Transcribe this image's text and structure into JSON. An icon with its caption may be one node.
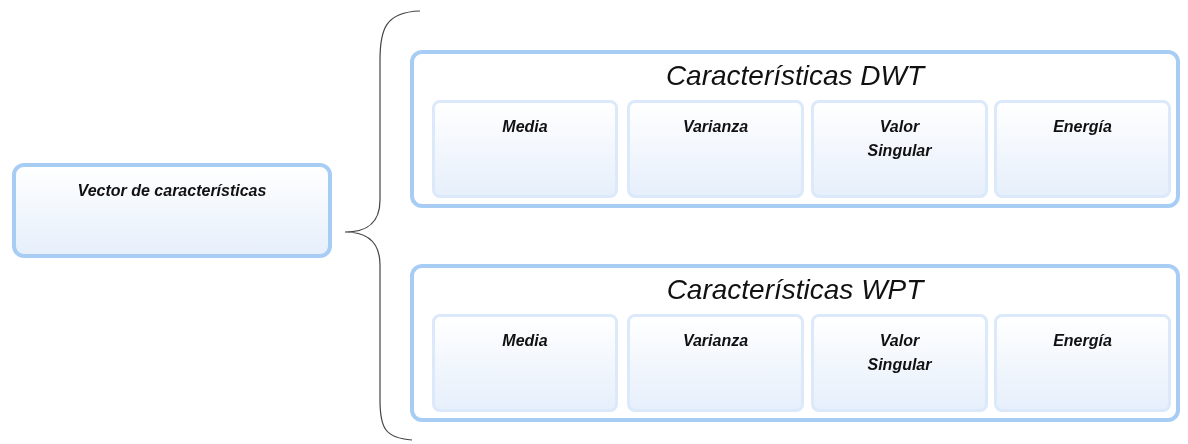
{
  "diagram": {
    "nodes": [
      {
        "text": [
          "Vector de características"
        ]
      },
      {
        "text": [
          "Características DWT"
        ]
      },
      {
        "text": [
          "Media"
        ],
        "in": 1
      },
      {
        "text": [
          "Varianza"
        ],
        "in": 1
      },
      {
        "text": [
          "Valor Singular"
        ],
        "in": 1
      },
      {
        "text": [
          "Energía"
        ],
        "in": 1
      },
      {
        "text": [
          "Características WPT"
        ]
      },
      {
        "text": [
          "Media"
        ],
        "in": 6
      },
      {
        "text": [
          "Varianza"
        ],
        "in": 6
      },
      {
        "text": [
          "Valor Singular"
        ],
        "in": 6
      },
      {
        "text": [
          "Energía"
        ],
        "in": 6
      }
    ]
  }
}
